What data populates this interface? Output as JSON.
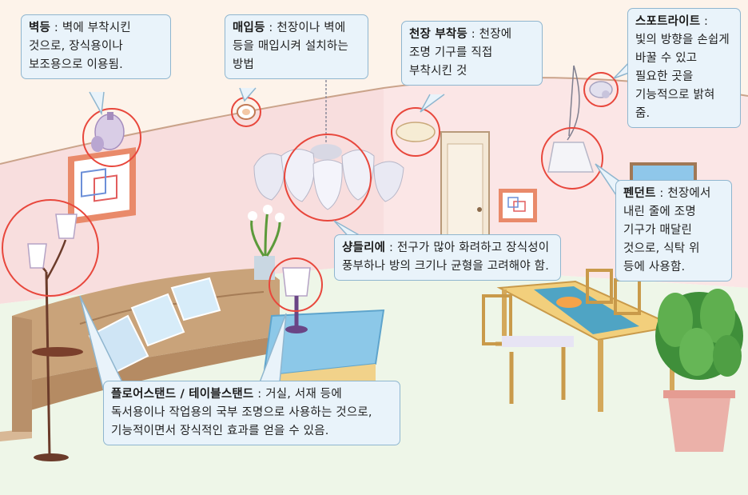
{
  "colors": {
    "callout_fill": "#e9f3fa",
    "callout_border": "#8fb6cf",
    "highlight_circle": "#e8473c",
    "wall": "#f9e4e4",
    "ceiling": "#fdf3ea",
    "floor": "#eef6e6"
  },
  "callouts": {
    "wall_lamp": {
      "term": "벽등",
      "sep": " : ",
      "desc": "벽에 부착시킨 것으로, 장식용이나 보조용으로 이용됨."
    },
    "recessed": {
      "term": "매입등",
      "sep": " : ",
      "desc": "천장이나 벽에 등을 매입시켜 설치하는 방법"
    },
    "ceiling_mount": {
      "term": "천장 부착등",
      "sep": " : ",
      "desc": "천장에 조명 기구를 직접 부착시킨 것"
    },
    "spotlight": {
      "term": "스포트라이트",
      "sep": " : ",
      "desc": "빛의 방향을 손쉽게 바꿀 수 있고 필요한 곳을 기능적으로 밝혀 줌."
    },
    "pendant": {
      "term": "펜던트",
      "sep": " : ",
      "desc": "천장에서 내린 줄에 조명 기구가 매달린 것으로, 식탁 위 등에 사용함."
    },
    "chandelier": {
      "term": "샹들리에",
      "sep": " : ",
      "desc": "전구가 많아 화려하고 장식성이 풍부하나 방의 크기나 균형을 고려해야 함."
    },
    "floor_table": {
      "term": "플로어스탠드 / 테이블스탠드",
      "sep": " : ",
      "desc": "거실, 서재 등에 독서용이나 작업용의 국부 조명으로 사용하는 것으로, 기능적이면서 장식적인 효과를 얻을 수 있음."
    }
  }
}
